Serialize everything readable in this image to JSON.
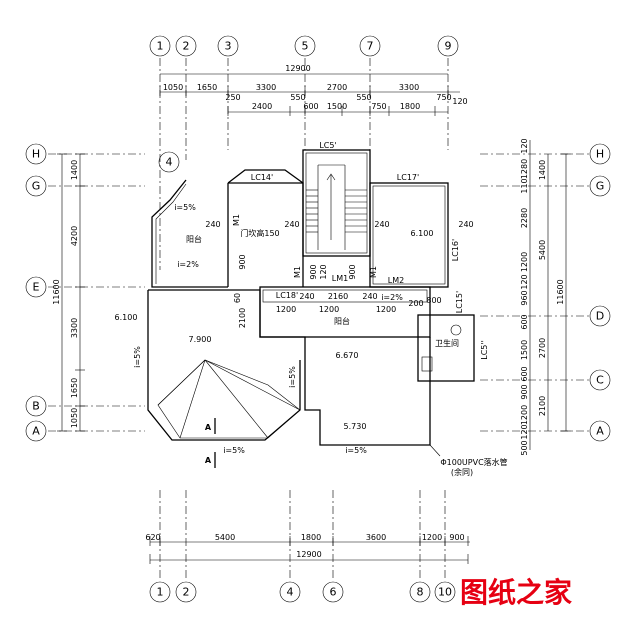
{
  "axes_top": [
    "1",
    "2",
    "3",
    "5",
    "7",
    "9"
  ],
  "axes_bottom": [
    "1",
    "2",
    "4",
    "6",
    "8",
    "10"
  ],
  "axes_left": [
    "H",
    "G",
    "E",
    "B",
    "A"
  ],
  "axes_right": [
    "H",
    "G",
    "D",
    "C",
    "A"
  ],
  "axis_4_marker": "4",
  "dims_top_total": "12900",
  "dims_top_row1": [
    "1050",
    "1650",
    "3300",
    "2700",
    "3300",
    "120"
  ],
  "dims_top_row2": [
    "250",
    "550",
    "550",
    "750"
  ],
  "dims_top_row3": [
    "2400",
    "600",
    "1500",
    "750",
    "1800"
  ],
  "dims_bottom_row1": [
    "620",
    "5400",
    "1800",
    "3600",
    "1200",
    "900"
  ],
  "dims_bottom_total": "12900",
  "dims_left_outer": [
    "1400",
    "4200",
    "3300",
    "1650",
    "1050"
  ],
  "dims_left_total": "11600",
  "dims_right_inner": [
    "120",
    "1280",
    "110",
    "2280",
    "1200",
    "120",
    "960",
    "600",
    "1500",
    "600",
    "900",
    "1200",
    "120",
    "500"
  ],
  "dims_right_mid": [
    "1400",
    "5400",
    "2700",
    "2100"
  ],
  "dims_right_total": "11600",
  "labels": {
    "lc5": "LC5'",
    "lc17": "LC17'",
    "lc14": "LC14'",
    "lc16": "LC16'",
    "lc18": "LC18'",
    "lc15": "LC15'",
    "lc5b": "LC5''",
    "lm1": "LM1",
    "lm2": "LM2",
    "m1a": "M1",
    "m1b": "M1",
    "m1c": "M1",
    "balcony_nw": "阳台",
    "balcony_mid": "阳台",
    "bathroom": "卫生间",
    "door_sill": "门坎高150",
    "slope_nw": "i=2%",
    "slope_nw2": "i=5%",
    "slope_mid": "i=2%",
    "slope_left": "i=5%",
    "slope_center": "i=5%",
    "slope_bottom1": "i=5%",
    "slope_bottom2": "i=5%",
    "elev_6100_left": "6.100",
    "elev_6100_right": "6.100",
    "elev_7900": "7.900",
    "elev_6670": "6.670",
    "elev_5730": "5.730",
    "w240_1": "240",
    "w240_2": "240",
    "w240_3": "240",
    "w240_4": "240",
    "w240_5": "240",
    "w240_6": "240",
    "w900_1": "900",
    "w900_2": "900",
    "w900_3": "900",
    "w120": "120",
    "w2160": "2160",
    "w1200_1": "1200",
    "w1200_2": "1200",
    "w1200_3": "1200",
    "w200": "200",
    "w800": "800",
    "w2100": "2100",
    "w60": "60",
    "section_a1": "A",
    "section_a2": "A",
    "downpipe": "Φ100UPVC落水管",
    "downpipe_note": "(余同)"
  },
  "watermark": "图纸之家"
}
